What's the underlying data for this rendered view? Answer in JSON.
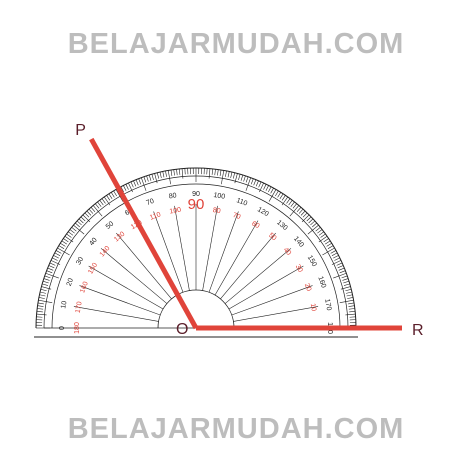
{
  "watermark": {
    "text": "BELAJARMUDAH.COM"
  },
  "diagram": {
    "points": {
      "vertex": "O",
      "ray1_end": "P",
      "ray2_end": "R"
    },
    "rays": {
      "OP_degrees_outer": 61,
      "OR_degrees_outer": 180
    },
    "protractor": {
      "big_label": "90",
      "outer_scale": [
        "0",
        "10",
        "20",
        "30",
        "40",
        "50",
        "60",
        "70",
        "80",
        "90",
        "100",
        "110",
        "120",
        "130",
        "140",
        "150",
        "160",
        "170",
        "180"
      ],
      "inner_scale": [
        "180",
        "170",
        "160",
        "150",
        "140",
        "130",
        "120",
        "110",
        "100",
        "90",
        "80",
        "70",
        "60",
        "50",
        "40",
        "30",
        "20",
        "10",
        "0"
      ]
    },
    "colors": {
      "ray": "#e0443a",
      "protractor_line": "#222222",
      "inner_numbers": "#e0443a",
      "watermark": "#bdbdbd",
      "label": "#5a1e2a"
    }
  }
}
